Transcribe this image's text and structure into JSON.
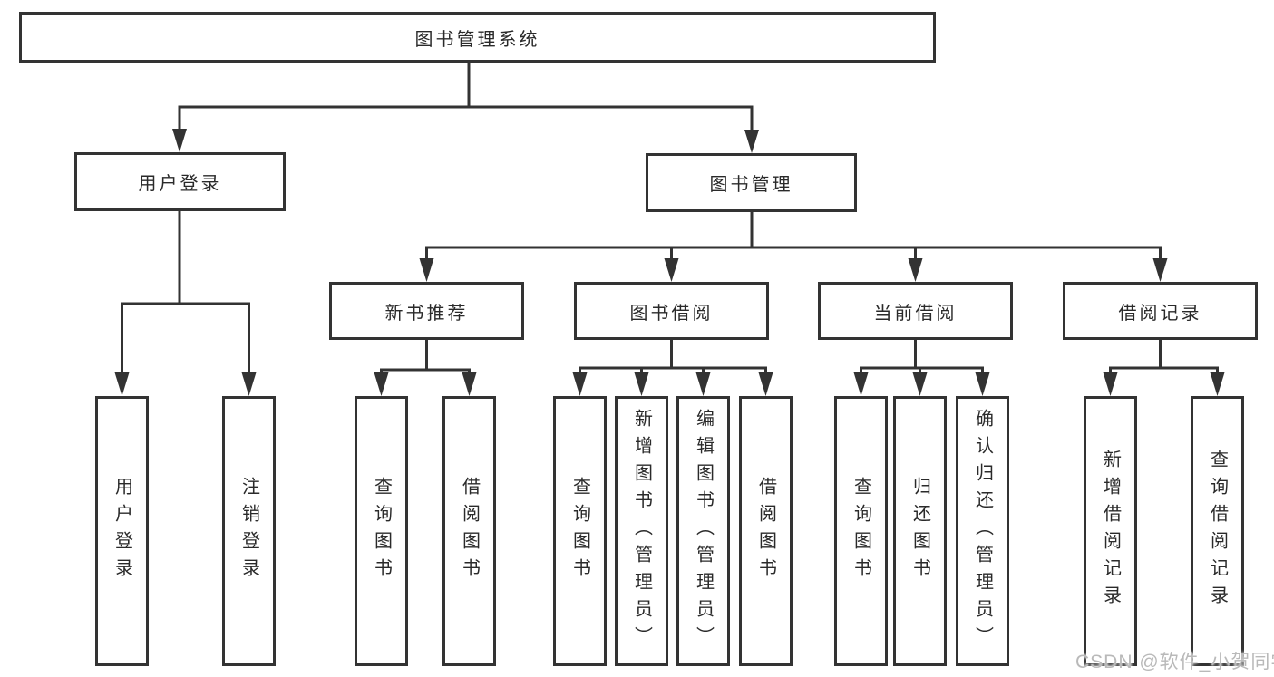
{
  "tree": {
    "root": {
      "label": "图书管理系统"
    },
    "branches": [
      {
        "label": "用户登录",
        "children": [
          {
            "label": "用户登录"
          },
          {
            "label": "注销登录"
          }
        ]
      },
      {
        "label": "图书管理",
        "children": [
          {
            "label": "新书推荐",
            "children": [
              {
                "label": "查询图书"
              },
              {
                "label": "借阅图书"
              }
            ]
          },
          {
            "label": "图书借阅",
            "children": [
              {
                "label": "查询图书"
              },
              {
                "label": "新增图书（管理员）"
              },
              {
                "label": "编辑图书（管理员）"
              },
              {
                "label": "借阅图书"
              }
            ]
          },
          {
            "label": "当前借阅",
            "children": [
              {
                "label": "查询图书"
              },
              {
                "label": "归还图书"
              },
              {
                "label": "确认归还（管理员）"
              }
            ]
          },
          {
            "label": "借阅记录",
            "children": [
              {
                "label": "新增借阅记录"
              },
              {
                "label": "查询借阅记录"
              }
            ]
          }
        ]
      }
    ]
  },
  "watermark": "CSDN @软件_小贺同学",
  "colors": {
    "line": "#333333",
    "text": "#2a2a2a",
    "box_background": "#ffffff",
    "watermark": "#b9b9b9",
    "background": "#ffffff"
  }
}
